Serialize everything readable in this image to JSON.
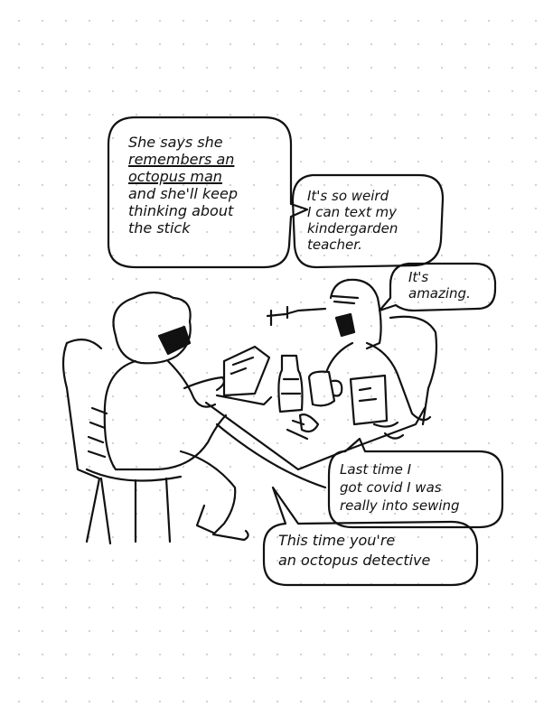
{
  "speech": {
    "b1": {
      "lines": [
        "She says she",
        "remembers an",
        "octopus man",
        "and she'll keep",
        "thinking about",
        "the stick"
      ]
    },
    "b2": {
      "lines": [
        "It's so weird",
        "I can text my",
        "kindergarden",
        "teacher."
      ]
    },
    "b3": {
      "lines": [
        "It's",
        "amazing."
      ]
    },
    "b4": {
      "lines": [
        "Last time I",
        "got covid I was",
        "really into sewing"
      ]
    },
    "b5": {
      "lines": [
        "This time you're",
        "an octopus detective"
      ]
    }
  },
  "colors": {
    "ink": "#111111",
    "paper": "#ffffff",
    "dots": "#c9c9c9"
  }
}
